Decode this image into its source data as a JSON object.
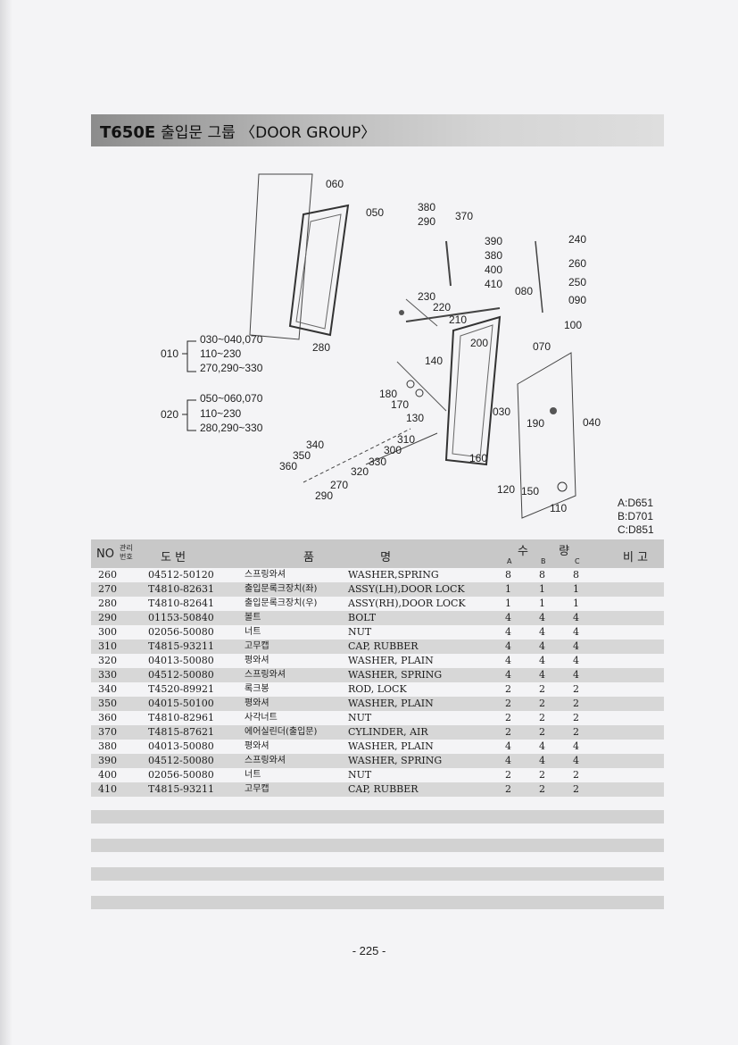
{
  "header": {
    "model": "T650E",
    "title": "출입문 그룹 〈DOOR GROUP〉"
  },
  "diagram": {
    "callouts": [
      "060",
      "050",
      "380",
      "290",
      "370",
      "390",
      "380",
      "400",
      "410",
      "080",
      "240",
      "260",
      "250",
      "090",
      "100",
      "230",
      "220",
      "210",
      "280",
      "200",
      "070",
      "140",
      "180",
      "170",
      "130",
      "030",
      "190",
      "040",
      "310",
      "300",
      "330",
      "340",
      "350",
      "360",
      "320",
      "270",
      "290",
      "160",
      "120",
      "150",
      "110"
    ],
    "group_010": {
      "number": "010",
      "lines": [
        "030~040,070",
        "110~230",
        "270,290~330"
      ]
    },
    "group_020": {
      "number": "020",
      "lines": [
        "050~060,070",
        "110~230",
        "280,290~330"
      ]
    }
  },
  "model_codes": [
    "A:D651",
    "B:D701",
    "C:D851"
  ],
  "table": {
    "head": {
      "no": "NO",
      "mgmt": "관리번호",
      "drawing_no": "도 번",
      "name": "품 명",
      "qty": "수 량",
      "remarks": "비 고",
      "col_a": "A",
      "col_b": "B",
      "col_c": "C"
    },
    "rows": [
      {
        "no": "260",
        "part": "04512-50120",
        "kr": "스프링와셔",
        "en": "WASHER,SPRING",
        "a": "8",
        "b": "8",
        "c": "8"
      },
      {
        "no": "270",
        "part": "T4810-82631",
        "kr": "출입문록크장치(좌)",
        "en": "ASSY(LH),DOOR LOCK",
        "a": "1",
        "b": "1",
        "c": "1"
      },
      {
        "no": "280",
        "part": "T4810-82641",
        "kr": "출입문록크장치(우)",
        "en": "ASSY(RH),DOOR LOCK",
        "a": "1",
        "b": "1",
        "c": "1"
      },
      {
        "no": "290",
        "part": "01153-50840",
        "kr": "볼트",
        "en": "BOLT",
        "a": "4",
        "b": "4",
        "c": "4"
      },
      {
        "no": "300",
        "part": "02056-50080",
        "kr": "너트",
        "en": "NUT",
        "a": "4",
        "b": "4",
        "c": "4"
      },
      {
        "no": "310",
        "part": "T4815-93211",
        "kr": "고무캡",
        "en": "CAP, RUBBER",
        "a": "4",
        "b": "4",
        "c": "4"
      },
      {
        "no": "320",
        "part": "04013-50080",
        "kr": "평와셔",
        "en": "WASHER, PLAIN",
        "a": "4",
        "b": "4",
        "c": "4"
      },
      {
        "no": "330",
        "part": "04512-50080",
        "kr": "스프링와셔",
        "en": "WASHER, SPRING",
        "a": "4",
        "b": "4",
        "c": "4"
      },
      {
        "no": "340",
        "part": "T4520-89921",
        "kr": "록크봉",
        "en": "ROD, LOCK",
        "a": "2",
        "b": "2",
        "c": "2"
      },
      {
        "no": "350",
        "part": "04015-50100",
        "kr": "평와셔",
        "en": "WASHER, PLAIN",
        "a": "2",
        "b": "2",
        "c": "2"
      },
      {
        "no": "360",
        "part": "T4810-82961",
        "kr": "사각너트",
        "en": "NUT",
        "a": "2",
        "b": "2",
        "c": "2"
      },
      {
        "no": "370",
        "part": "T4815-87621",
        "kr": "에어실린더(출입문)",
        "en": "CYLINDER, AIR",
        "a": "2",
        "b": "2",
        "c": "2"
      },
      {
        "no": "380",
        "part": "04013-50080",
        "kr": "평와셔",
        "en": "WASHER, PLAIN",
        "a": "4",
        "b": "4",
        "c": "4"
      },
      {
        "no": "390",
        "part": "04512-50080",
        "kr": "스프링와셔",
        "en": "WASHER, SPRING",
        "a": "4",
        "b": "4",
        "c": "4"
      },
      {
        "no": "400",
        "part": "02056-50080",
        "kr": "너트",
        "en": "NUT",
        "a": "2",
        "b": "2",
        "c": "2"
      },
      {
        "no": "410",
        "part": "T4815-93211",
        "kr": "고무캡",
        "en": "CAP, RUBBER",
        "a": "2",
        "b": "2",
        "c": "2"
      }
    ]
  },
  "page_number": "- 225 -"
}
